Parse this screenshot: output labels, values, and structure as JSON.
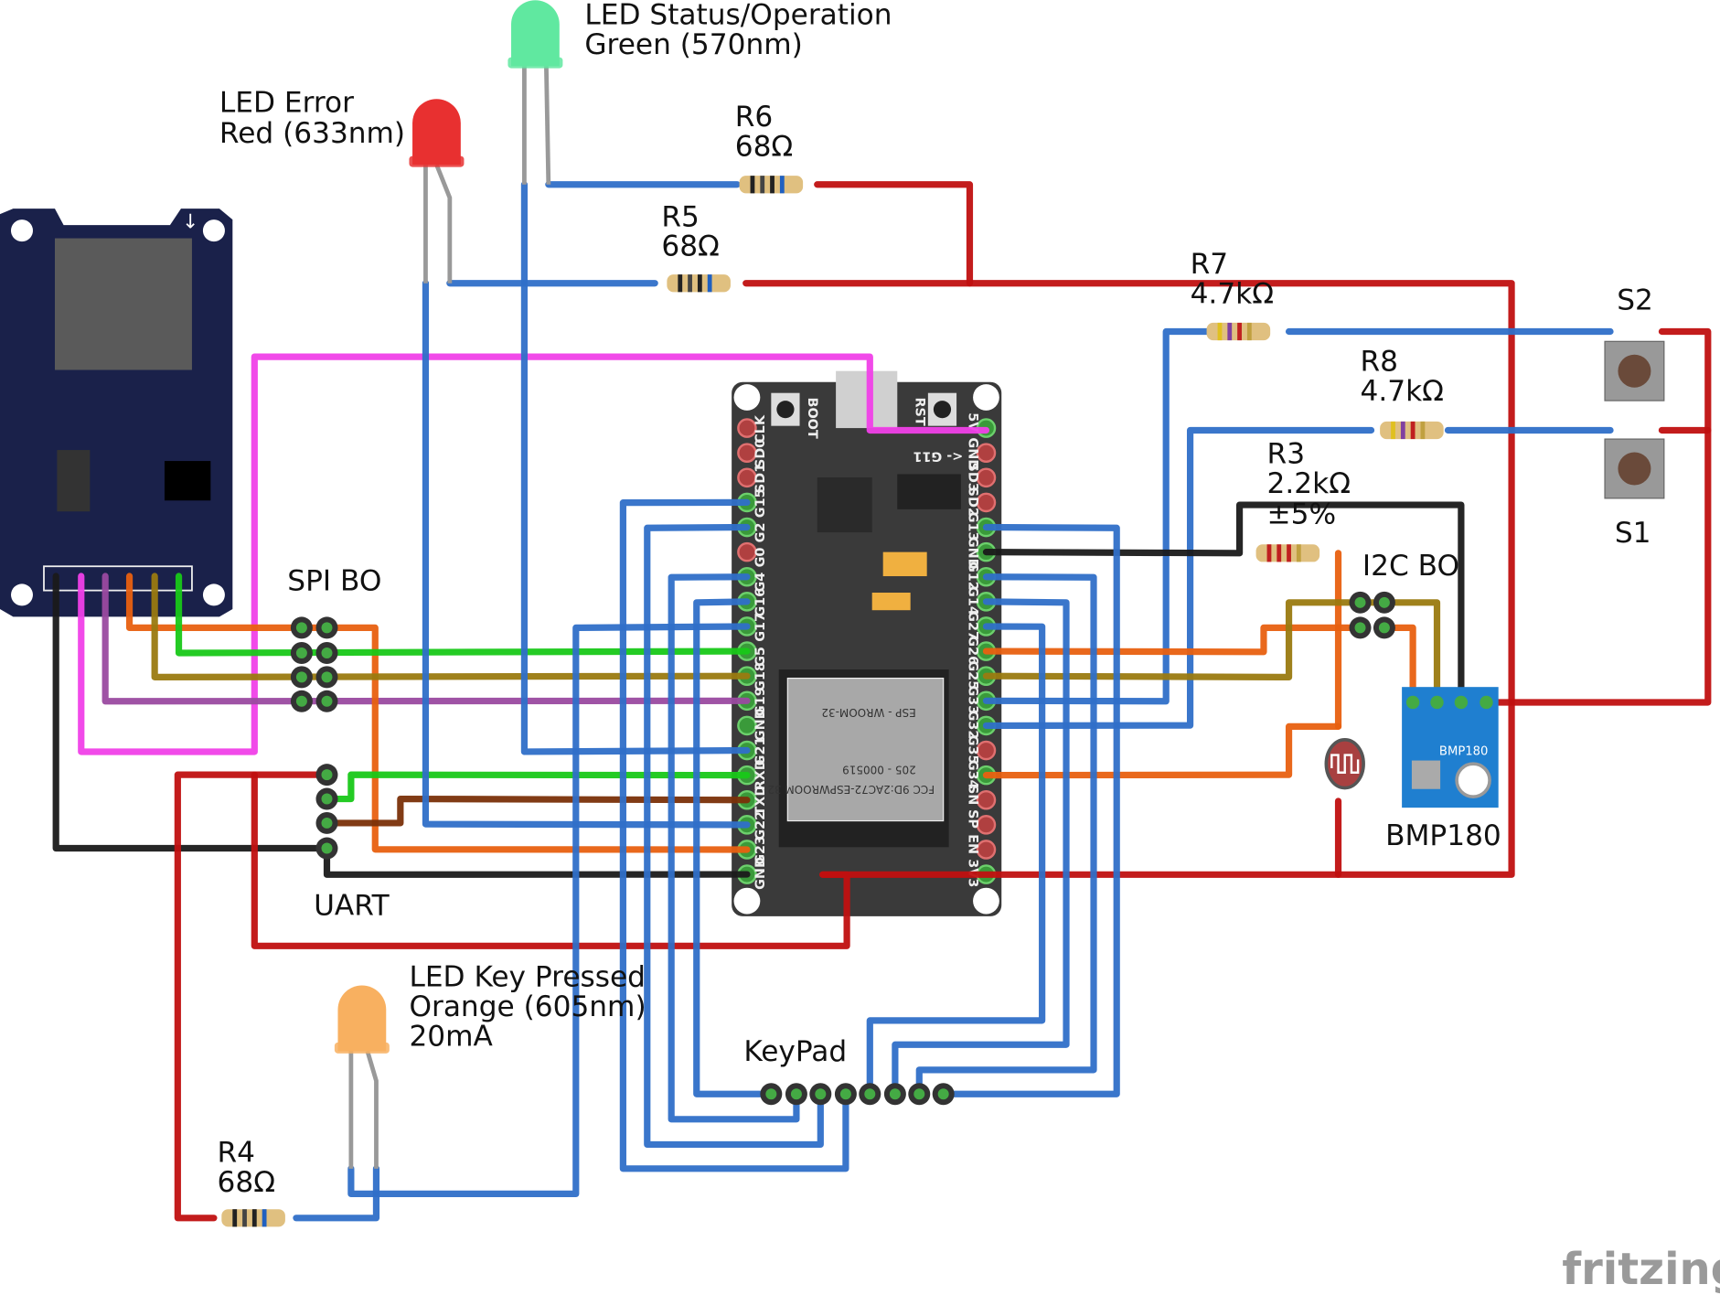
{
  "labels": {
    "led_status": [
      "LED Status/Operation",
      "Green (570nm)"
    ],
    "led_error": [
      "LED Error",
      "Red (633nm)"
    ],
    "led_key": [
      "LED Key Pressed",
      "Orange (605nm)",
      "20mA"
    ],
    "r6": [
      "R6",
      "68Ω"
    ],
    "r5": [
      "R5",
      "68Ω"
    ],
    "r4": [
      "R4",
      "68Ω"
    ],
    "r7": [
      "R7",
      "4.7kΩ"
    ],
    "r8": [
      "R8",
      "4.7kΩ"
    ],
    "r3": [
      "R3",
      "2.2kΩ",
      "±5%"
    ],
    "s1": "S1",
    "s2": "S2",
    "spi": "SPI BO",
    "i2c": "I2C BO",
    "uart": "UART",
    "keypad": "KeyPad",
    "bmp": "BMP180",
    "bmp_chip": "BMP180",
    "logo": "fritzing"
  },
  "esp32": {
    "boot": "BOOT",
    "rst": "RST",
    "g11": "<- G11",
    "module_lines": [
      "FCC 9D:2AC72-ESPWROOM 32",
      "205 - 000519",
      "ESP - WROOM-32"
    ],
    "left_pins": [
      "CLK",
      "SD0",
      "SD1",
      "G15",
      "G2",
      "G0",
      "G4",
      "G16",
      "G17",
      "G5",
      "G18",
      "G19",
      "GND",
      "G21",
      "RXD",
      "TXD",
      "G22",
      "G23",
      "GND"
    ],
    "right_pins": [
      "5V",
      "GND",
      "SD3",
      "SD2",
      "G13",
      "GND",
      "G12",
      "G14",
      "G27",
      "G26",
      "G25",
      "G33",
      "G32",
      "G35",
      "G34",
      "SN",
      "SP",
      "EN",
      "3V3"
    ]
  },
  "colors": {
    "wire_blue": "#2f6fc8",
    "wire_red": "#c01010",
    "wire_black": "#1a1a1a",
    "wire_green": "#18c818",
    "wire_orange": "#e86010",
    "wire_olive": "#9a7a10",
    "wire_purple": "#9a4aa0",
    "wire_magenta": "#f040e8",
    "wire_brown": "#7a3008",
    "sd_board": "#1a214a",
    "esp_board": "#3a3a3a",
    "bmp_board": "#1f7fd0"
  }
}
